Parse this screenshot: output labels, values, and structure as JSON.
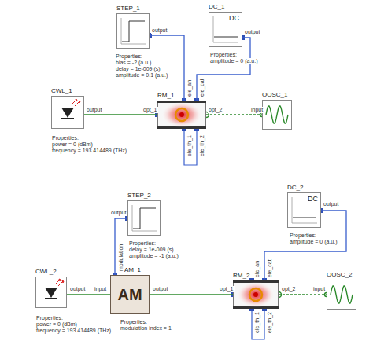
{
  "diagram": {
    "nodes": [
      {
        "text": [
          "STEP_1"
        ]
      },
      {
        "text": [
          "DC_1",
          "DC"
        ]
      },
      {
        "text": [
          "CWL_1"
        ]
      },
      {
        "text": [
          "RM_1"
        ]
      },
      {
        "text": [
          "OOSC_1"
        ]
      },
      {
        "text": [
          "STEP_2"
        ]
      },
      {
        "text": [
          "DC_2",
          "DC"
        ]
      },
      {
        "text": [
          "CWL_2"
        ]
      },
      {
        "text": [
          "AM_1",
          "AM"
        ]
      },
      {
        "text": [
          "RM_2"
        ]
      },
      {
        "text": [
          "OOSC_2"
        ]
      }
    ],
    "edges": [
      {
        "from": 0,
        "to": 3,
        "arrow": "none"
      },
      {
        "from": 1,
        "to": 3,
        "arrow": "none"
      },
      {
        "from": 2,
        "to": 3,
        "arrow": "none"
      },
      {
        "from": 3,
        "to": 4,
        "arrow": "none"
      },
      {
        "from": 5,
        "to": 8,
        "arrow": "none"
      },
      {
        "from": 7,
        "to": 8,
        "arrow": "none"
      },
      {
        "from": 8,
        "to": 9,
        "arrow": "none"
      },
      {
        "from": 6,
        "to": 9,
        "arrow": "none"
      },
      {
        "from": 9,
        "to": 10,
        "arrow": "none"
      }
    ],
    "labels": [
      "output",
      "Properties:",
      "bias = -2 (a.u.)",
      "delay = 1e-009 (s)",
      "amplitude = 0.1 (a.u.)",
      "output",
      "Properties:",
      "amplitude = 0 (a.u.)",
      "output",
      "Properties:",
      "power = 0 (dBm)",
      "frequency = 193.414489 (THz)",
      "ele_an",
      "ele_cat",
      "opt_1",
      "opt_2",
      "ele_th_1",
      "ele_th_2",
      "input",
      "output",
      "Properties:",
      "delay = 1e-009 (s)",
      "amplitude = -1 (a.u.)",
      "output",
      "Properties:",
      "amplitude = 0 (a.u.)",
      "output",
      "Properties:",
      "power = 0 (dBm)",
      "frequency = 193.414489 (THz)",
      "modulation",
      "input",
      "output",
      "Properties:",
      "modulation index = 1",
      "ele_an",
      "ele_cat",
      "opt_1",
      "opt_2",
      "ele_th_1",
      "ele_th_2",
      "input"
    ]
  }
}
